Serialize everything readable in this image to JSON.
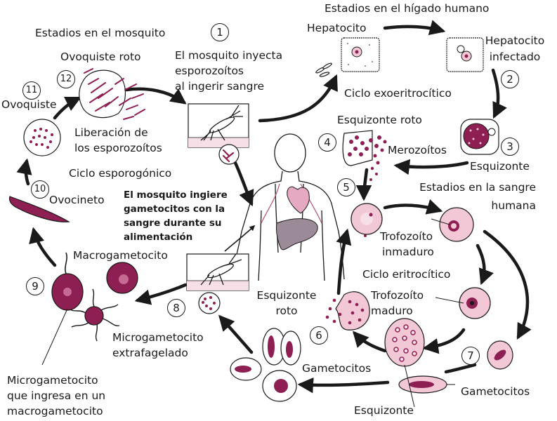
{
  "stages": {
    "mosquito_title": "Estadios en el mosquito",
    "liver_title": "Estadios en el hígado humano",
    "blood_title_l1": "Estadios en la sangre",
    "blood_title_l2": "humana"
  },
  "cycles": {
    "exoerythrocytic": "Ciclo exoeritrocítico",
    "sporogonic": "Ciclo esporogónico",
    "erythrocytic": "Ciclo eritrocítico"
  },
  "notes": {
    "mosquito_injects_l1": "El mosquito inyecta",
    "mosquito_injects_l2": "esporozoítos",
    "mosquito_injects_l3": "al ingerir sangre",
    "mosquito_ingests_l1": "El mosquito ingiere",
    "mosquito_ingests_l2": "gametocitos con la",
    "mosquito_ingests_l3": "sangre durante su",
    "mosquito_ingests_l4": "alimentación"
  },
  "labels": {
    "hepatocyte": "Hepatocito",
    "infected_hepatocyte_l1": "Hepatocito",
    "infected_hepatocyte_l2": "infectado",
    "schizont_liver": "Esquizonte",
    "ruptured_schizont_liver": "Esquizonte roto",
    "merozoites": "Merozoítos",
    "immature_trophozoite_l1": "Trofozoíto",
    "immature_trophozoite_l2": "inmaduro",
    "mature_trophozoite_l1": "Trofozoíto",
    "mature_trophozoite_l2": "maduro",
    "ruptured_schizont_blood_l1": "Esquizonte",
    "ruptured_schizont_blood_l2": "roto",
    "schizont_blood": "Esquizonte",
    "gametocytes_right": "Gametocitos",
    "gametocytes_center": "Gametocitos",
    "macrogametocyte": "Macrogametocito",
    "microgametocyte_exflag_l1": "Microgametocito",
    "microgametocyte_exflag_l2": "extrafagelado",
    "microgametocyte_enter_l1": "Microgametocito",
    "microgametocyte_enter_l2": "que ingresa en un",
    "microgametocyte_enter_l3": "macrogametocito",
    "ookinete": "Ovocineto",
    "oocyst": "Ovoquiste",
    "ruptured_oocyst": "Ovoquiste roto",
    "sporozoite_release_l1": "Liberación de",
    "sporozoite_release_l2": "los esporozoítos"
  },
  "steps": [
    "1",
    "2",
    "3",
    "4",
    "5",
    "6",
    "7",
    "8",
    "9",
    "10",
    "11",
    "12"
  ],
  "colors": {
    "cell_pink": "#f2c7d6",
    "parasite_purple": "#8e1f52",
    "mosquito_feed_pink": "#f6dfe6",
    "organ_gray": "#9b8a98",
    "heart_pink": "#e6a9c2",
    "outline": "#1a1a1a"
  }
}
